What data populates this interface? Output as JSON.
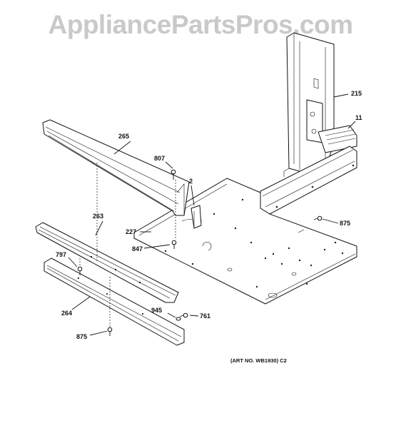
{
  "watermark": "AppliancePartsPros.com",
  "callouts": {
    "c215": "215",
    "c11": "11",
    "c265": "265",
    "c807": "807",
    "c2": "2",
    "c263": "263",
    "c227": "227",
    "c875a": "875",
    "c847": "847",
    "c797": "797",
    "c264": "264",
    "c945": "945",
    "c761": "761",
    "c875b": "875"
  },
  "art_number": "(ART NO. WB1930) C2"
}
